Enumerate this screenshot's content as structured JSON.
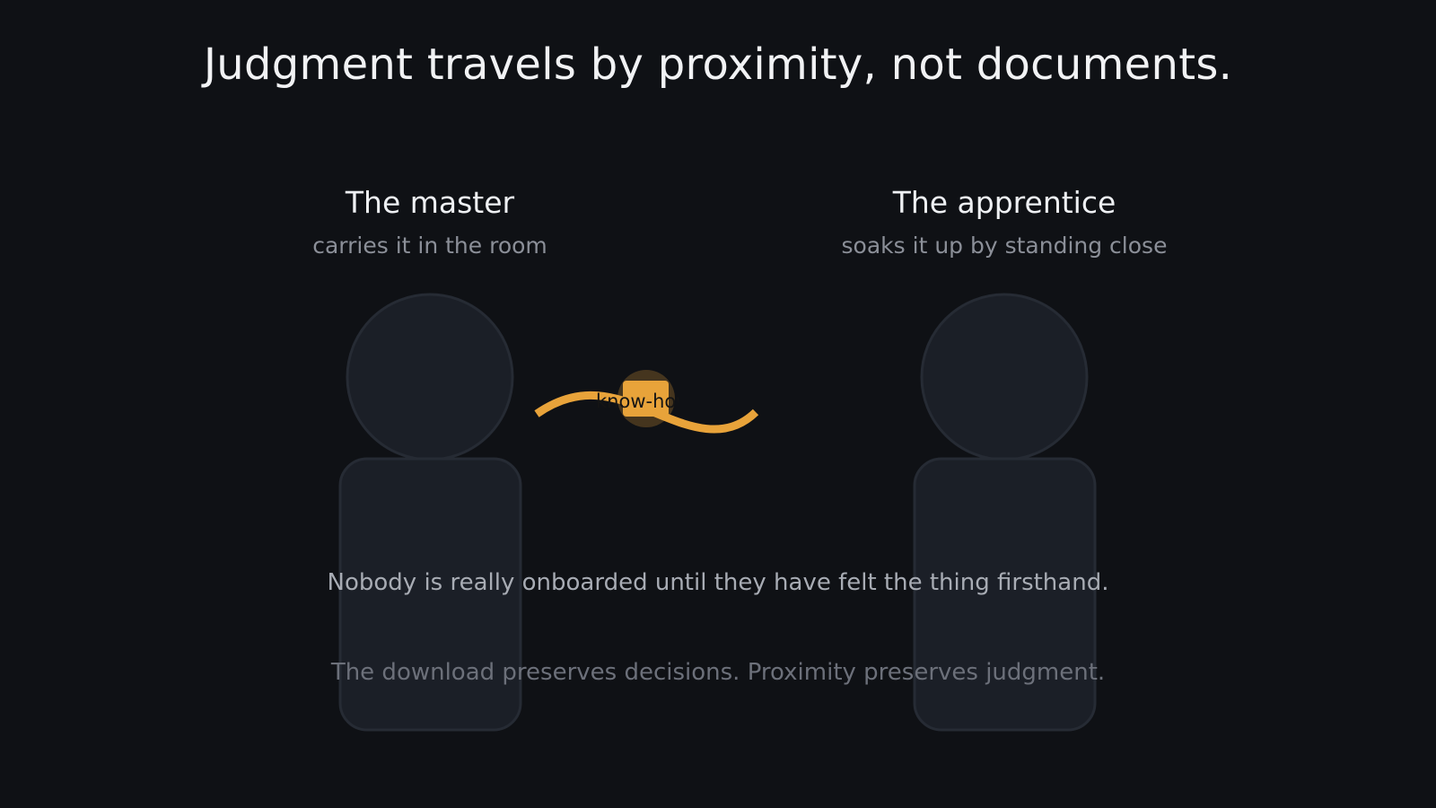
{
  "title": "Judgment travels by proximity, not documents.",
  "master": {
    "name": "The master",
    "subtitle": "carries it in the room"
  },
  "apprentice": {
    "name": "The apprentice",
    "subtitle": "soaks it up by standing close"
  },
  "packet": {
    "label": "know-how",
    "visible_label": "know-ho"
  },
  "captions": {
    "primary": "Nobody is really onboarded until they have felt the thing firsthand.",
    "secondary": "The download preserves decisions. Proximity preserves judgment."
  },
  "colors": {
    "background": "#0f1115",
    "figure_fill": "#1b1f27",
    "figure_stroke": "#262b34",
    "accent": "#e8a33a"
  }
}
